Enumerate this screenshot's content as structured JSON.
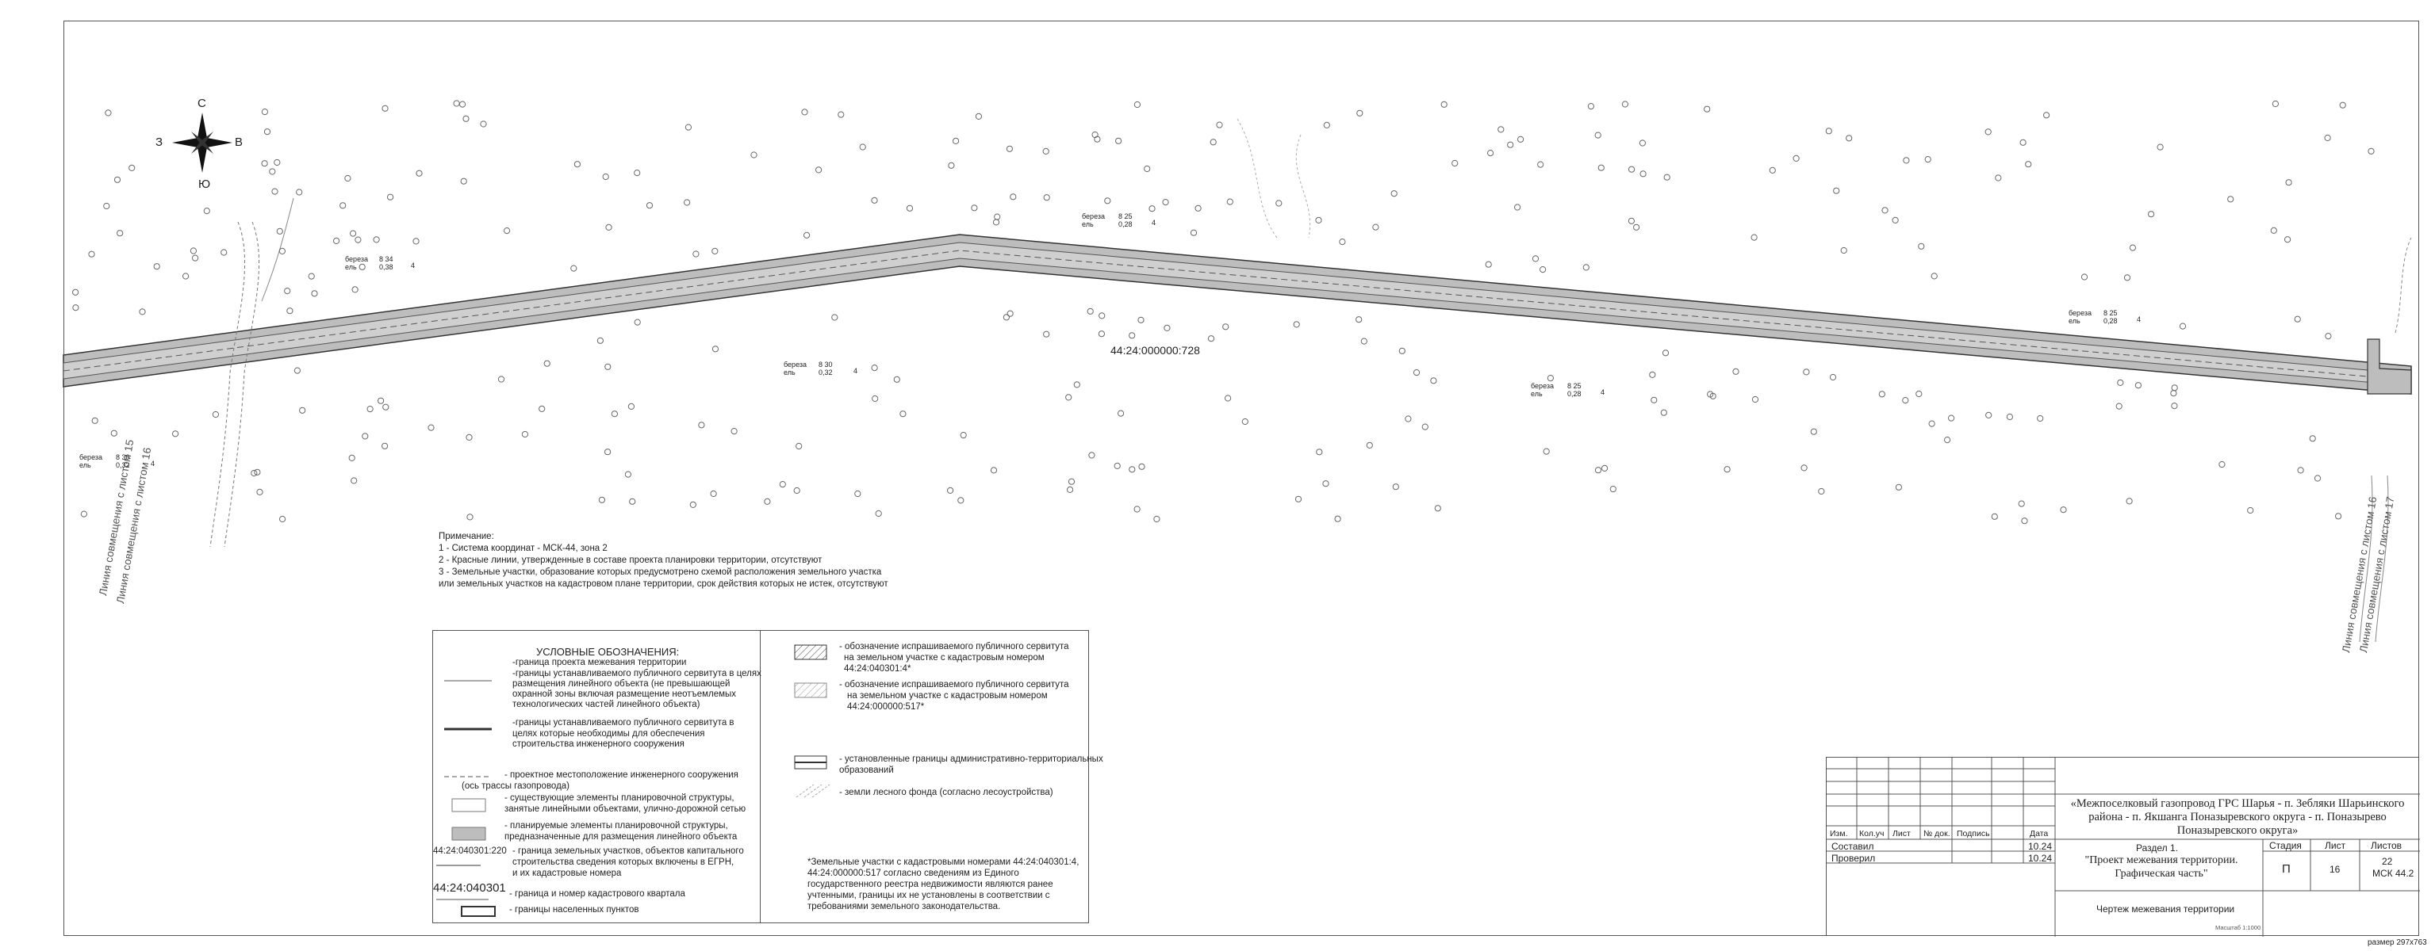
{
  "compass": {
    "north": "С",
    "south": "Ю",
    "west": "З",
    "east": "В"
  },
  "map": {
    "parcel_label": "44:24:000000:728",
    "trees": [
      {
        "species": "береза\nель",
        "ratio_top": "8 34",
        "ratio_bottom": "0,38",
        "count": "4"
      },
      {
        "species": "береза\nель",
        "ratio_top": "8 25",
        "ratio_bottom": "0,28",
        "count": "4"
      },
      {
        "species": "береза\nель",
        "ratio_top": "8 30",
        "ratio_bottom": "0,32",
        "count": "4"
      },
      {
        "species": "береза\nель",
        "ratio_top": "8 25",
        "ratio_bottom": "0,28",
        "count": "4"
      },
      {
        "species": "береза\nель",
        "ratio_top": "8 25",
        "ratio_bottom": "0,28",
        "count": "4"
      },
      {
        "species": "береза\nель",
        "ratio_top": "8 30",
        "ratio_bottom": "0,32",
        "count": "4"
      }
    ],
    "match_lines_left": [
      "Линия совмещения с листом 15",
      "Линия совмещения с листом 16"
    ],
    "match_lines_right": [
      "Линия совмещения с листом 16",
      "Линия совмещения с листом 17"
    ]
  },
  "note": {
    "title": "Примечание:",
    "lines": [
      "1 - Система координат - МСК-44, зона 2",
      "2 - Красные линии, утвержденные в составе проекта планировки территории, отсутствуют",
      "3 - Земельные участки, образование которых предусмотрено схемой расположения земельного участка",
      "или земельных участков на кадастровом плане территории, срок действия которых не истек, отсутствуют"
    ]
  },
  "legend": {
    "title": "УСЛОВНЫЕ ОБОЗНАЧЕНИЯ:",
    "items_left": [
      "-граница проекта межевания территории",
      "-границы устанавливаемого публичного сервитута в целях",
      "размещения линейного объекта (не превышающей",
      "охранной зоны включая размещение неотъемлемых",
      "технологических частей линейного объекта)",
      "-границы устанавливаемого публичного сервитута в",
      "целях которые необходимы для обеспечения",
      "строительства инженерного сооружения",
      "- проектное местоположение инженерного сооружения",
      "(ось трассы газопровода)",
      "- существующие элементы планировочной структуры,",
      "занятые линейными объектами, улично-дорожной сетью",
      "- планируемые элементы планировочной структуры,",
      "предназначенные для размещения линейного объекта",
      "- граница земельных участков, объектов капитального",
      "строительства сведения которых включены в ЕГРН,",
      "и их кадастровые номера",
      "- граница и номер кадастрового квартала",
      "- границы населенных пунктов"
    ],
    "parcel_sample": "44:24:040301:220",
    "quarter_sample": "44:24:040301",
    "items_right": [
      "- обозначение испрашиваемого публичного сервитута",
      "на земельном участке с кадастровым номером",
      "44:24:040301:4*",
      "- обозначение испрашиваемого публичного сервитута",
      "на земельном участке с кадастровым номером",
      "44:24:000000:517*",
      "- установленные границы административно-территориальных",
      "образований",
      "- земли лесного фонда (согласно лесоустройства)"
    ],
    "footnote": [
      "*Земельные участки с кадастровыми номерами 44:24:040301:4,",
      "44:24:000000:517 согласно сведениям из Единого",
      "государственного реестра недвижимости являются ранее",
      "учтенными, границы их не установлены в соответствии с",
      "требованиями земельного законодательства."
    ]
  },
  "stamp": {
    "headers": [
      "Изм.",
      "Кол.уч",
      "Лист",
      "№ док.",
      "Подпись",
      "Дата"
    ],
    "composed": "Составил",
    "checked": "Проверил",
    "date1": "10.24",
    "date2": "10.24",
    "project_title": "«Межпоселковый газопровод ГРС Шарья - п. Зебляки Шарьинского района - п. Якшанга Поназыревского округа - п. Поназырево Поназыревского округа»",
    "section": "Раздел 1.",
    "section_title": "\"Проект межевания территории. Графическая часть\"",
    "stage_label": "Стадия",
    "sheet_label": "Лист",
    "sheets_label": "Листов",
    "stage": "П",
    "sheet": "16",
    "sheets": "22",
    "org": "МСК 44.2",
    "drawing_title": "Чертеж межевания территории",
    "scale": "Масштаб 1:1000"
  },
  "paper_size": "размер 297х763"
}
